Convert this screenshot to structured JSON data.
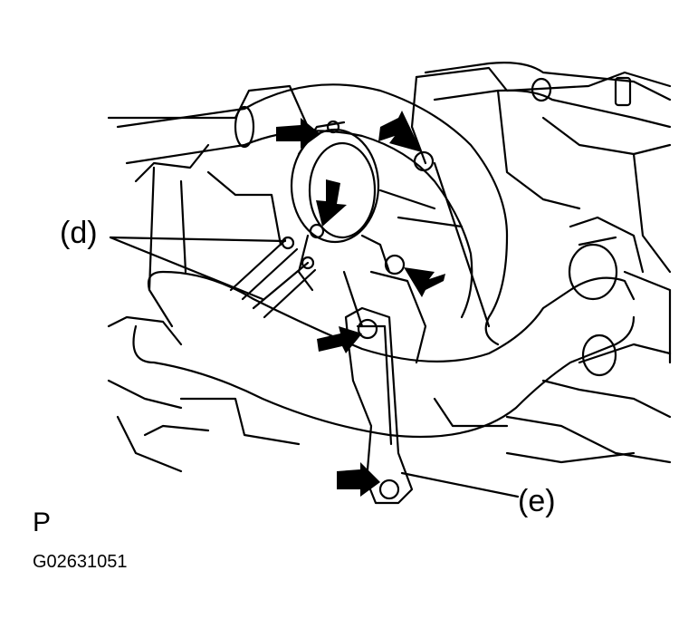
{
  "labels": {
    "callout_d": "(d)",
    "callout_e": "(e)",
    "view_letter": "P",
    "figure_code": "G02631051"
  },
  "colors": {
    "line": "#000000",
    "fill": "#ffffff",
    "arrow": "#000000"
  },
  "icons": {
    "arrow": "filled-arrow-icon",
    "bolt": "bolt-head-icon"
  }
}
